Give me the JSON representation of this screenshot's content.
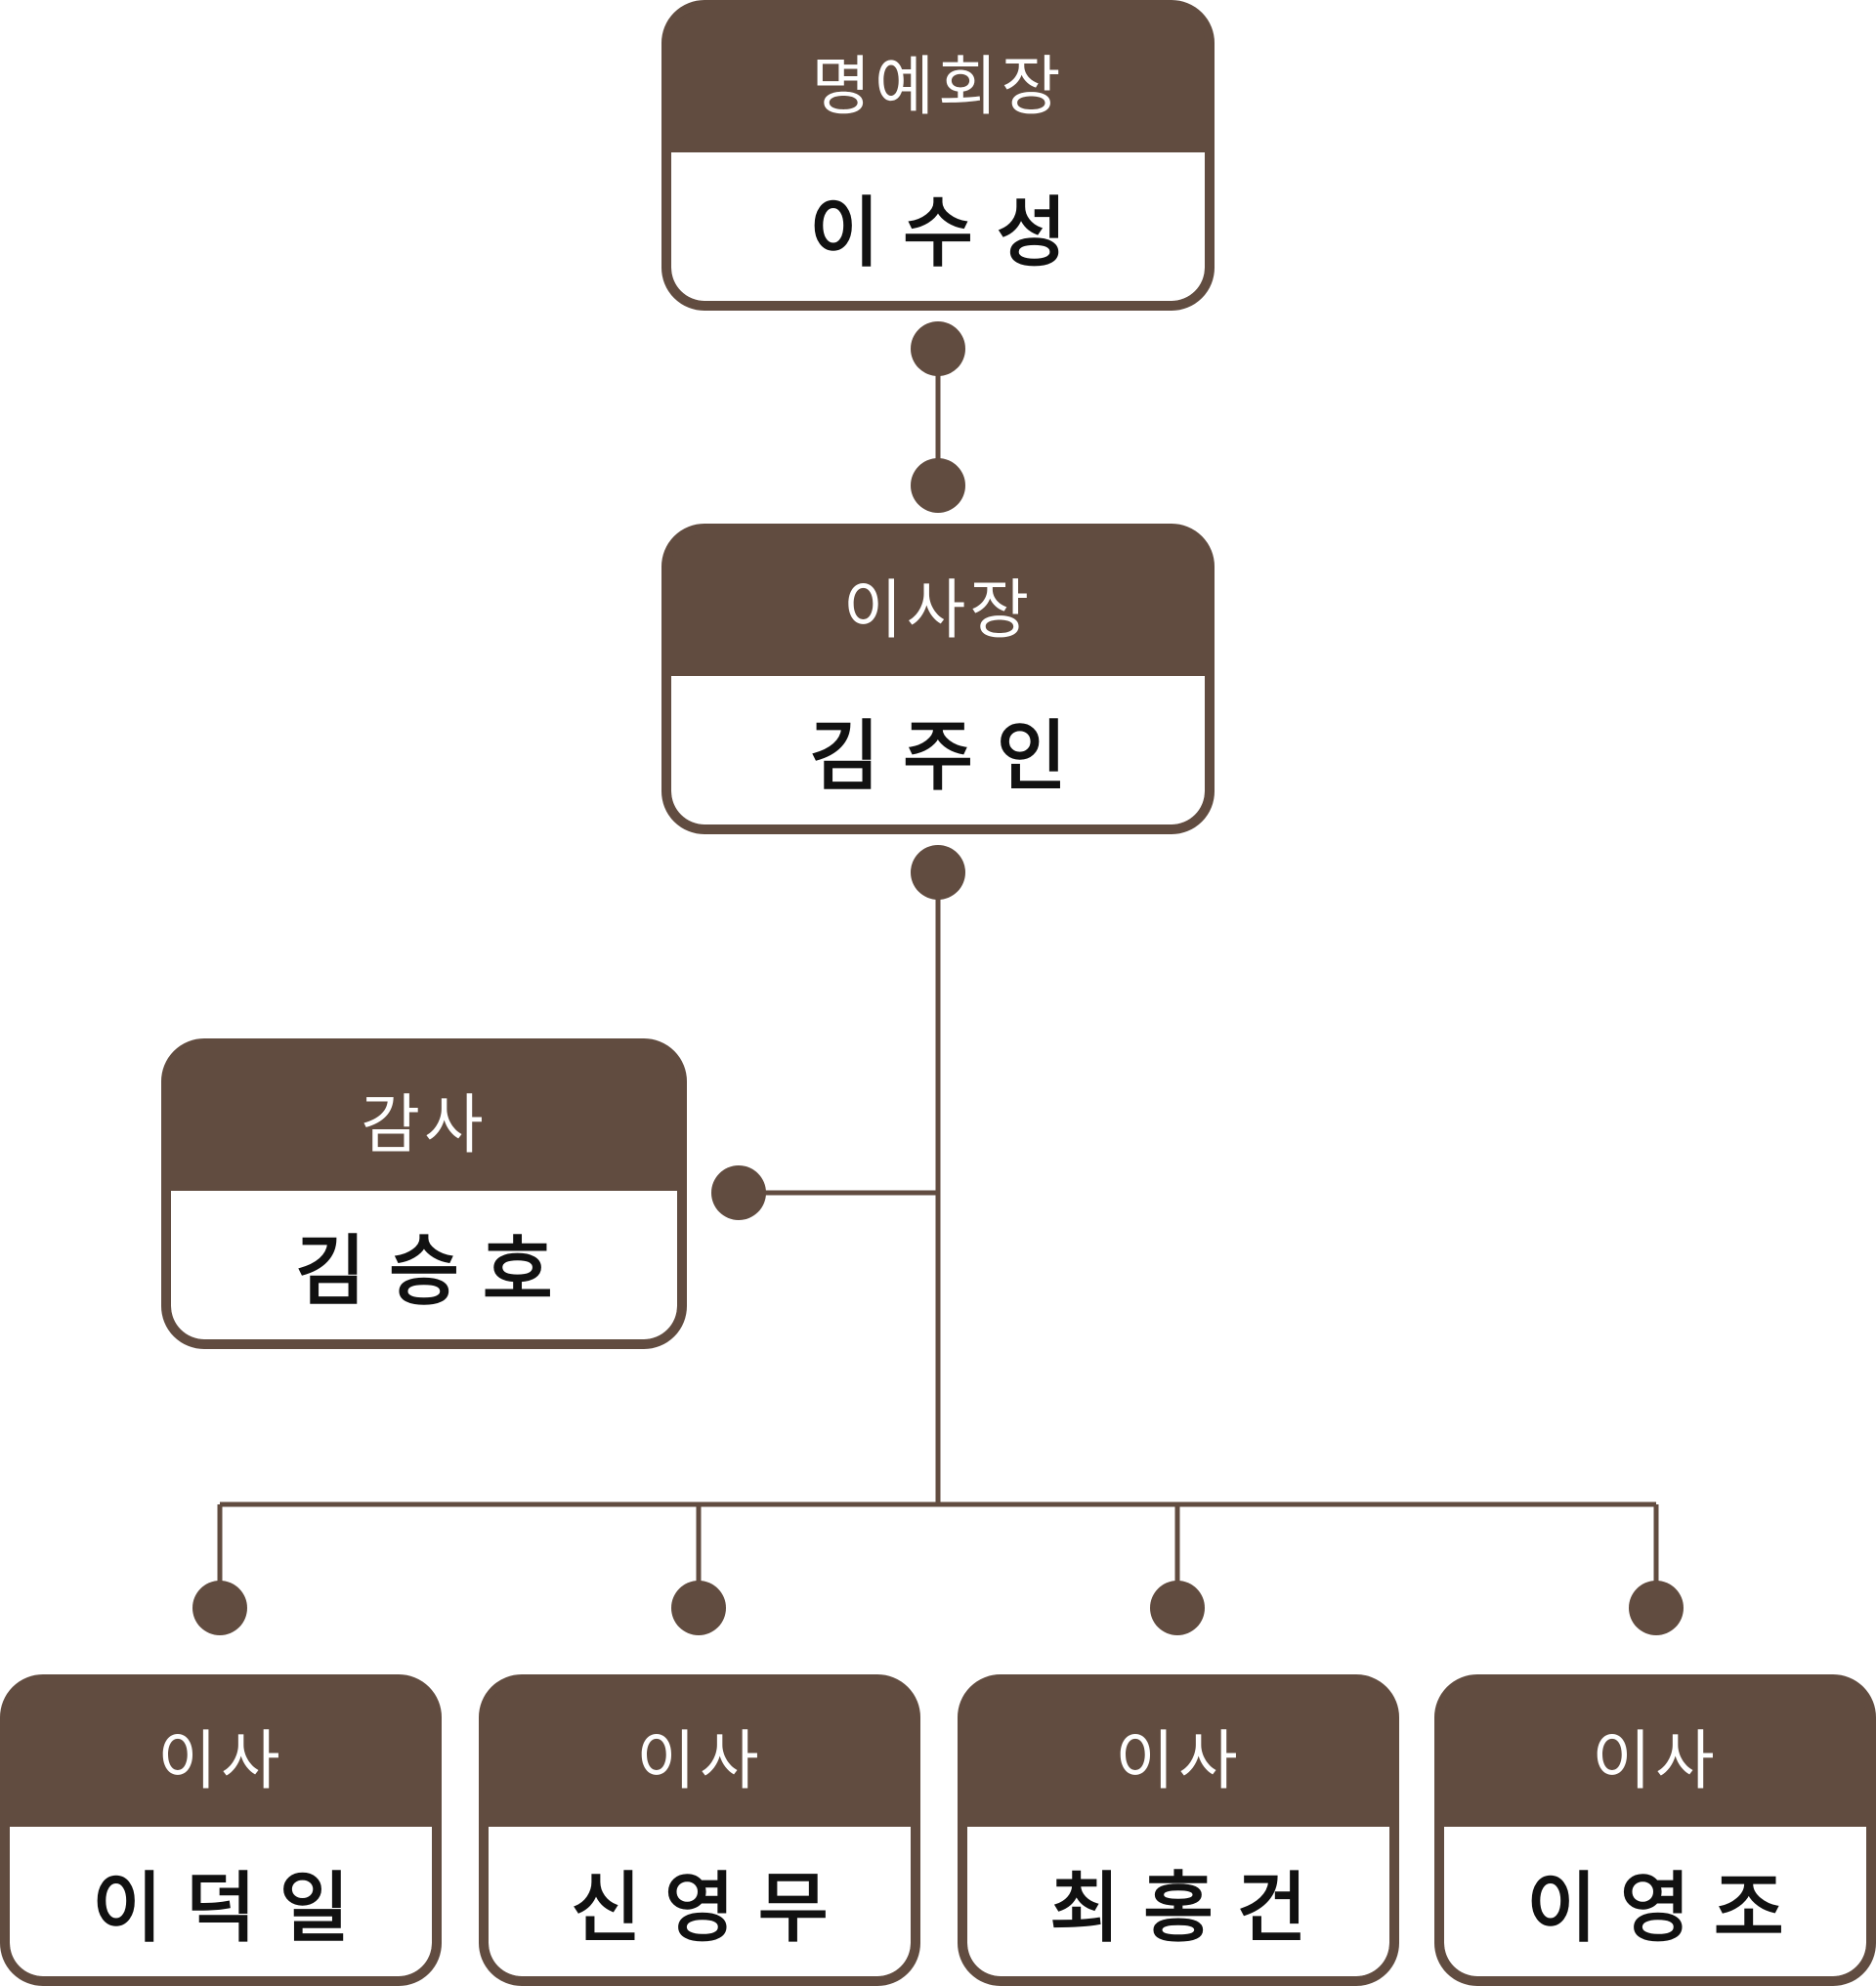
{
  "colors": {
    "primary": "#614c40",
    "text": "#111111",
    "background": "#ffffff"
  },
  "nodes": {
    "honorary_chairman": {
      "role": "명예회장",
      "name": "이수성"
    },
    "chairman": {
      "role": "이사장",
      "name": "김주인"
    },
    "auditor": {
      "role": "감사",
      "name": "김승호"
    },
    "directors": [
      {
        "role": "이사",
        "name": "이덕일"
      },
      {
        "role": "이사",
        "name": "신영무"
      },
      {
        "role": "이사",
        "name": "최홍건"
      },
      {
        "role": "이사",
        "name": "이영조"
      }
    ]
  }
}
